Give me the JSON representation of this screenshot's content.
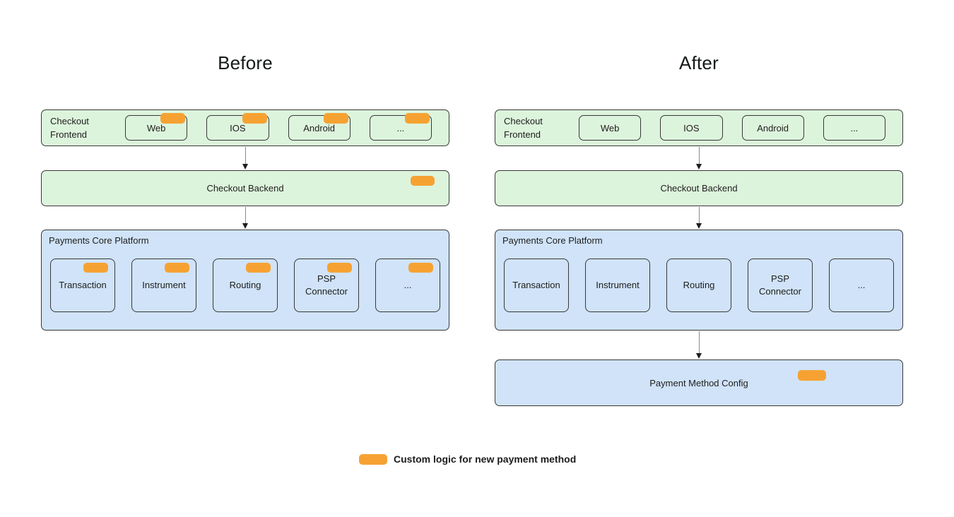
{
  "titles": {
    "before": "Before",
    "after": "After"
  },
  "frontend": {
    "label": "Checkout Frontend",
    "items": [
      "Web",
      "IOS",
      "Android",
      "..."
    ]
  },
  "backend": {
    "label": "Checkout Backend"
  },
  "platform": {
    "label": "Payments Core Platform",
    "items": [
      "Transaction",
      "Instrument",
      "Routing",
      "PSP Connector",
      "..."
    ]
  },
  "config": {
    "label": "Payment Method Config"
  },
  "legend": {
    "label": "Custom logic for new payment method"
  },
  "colors": {
    "green_fill": "#ddf4dc",
    "blue_fill": "#d0e3f8",
    "orange_badge": "#f6a233",
    "box_border": "#383838"
  }
}
